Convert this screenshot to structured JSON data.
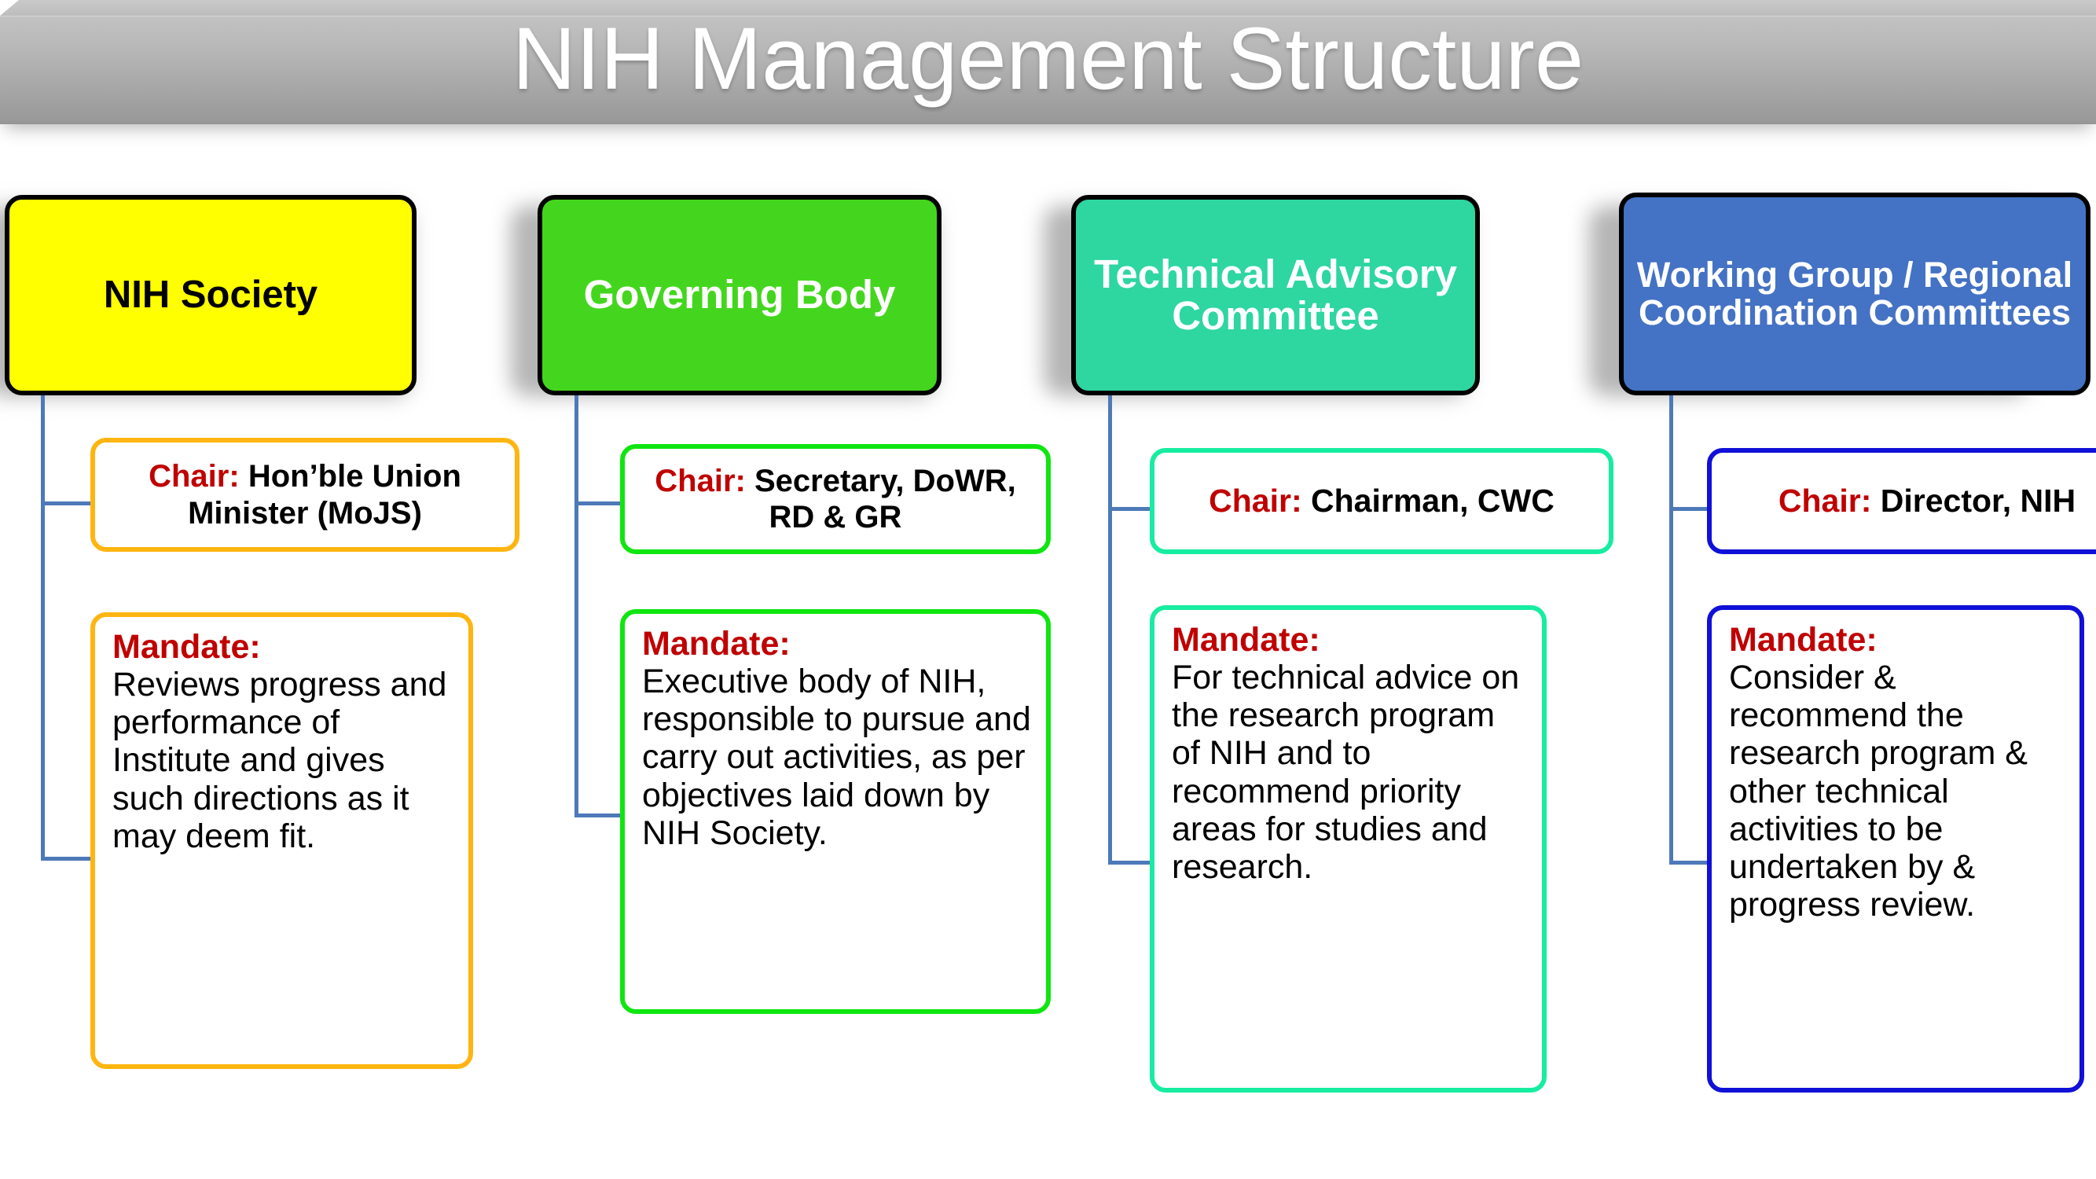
{
  "title": "NIH Management Structure",
  "theme": {
    "banner_gradient_top": "#cfcfcf",
    "banner_gradient_bottom": "#909090",
    "banner_text_color": "#ffffff",
    "connector_color": "#4E79B8",
    "keyword_red": "#C00000",
    "box_outline_black": "#000000"
  },
  "columns": [
    {
      "id": "nih-society",
      "header": {
        "label": "NIH Society",
        "fill": "#FFFF00",
        "text_color": "#000000",
        "border_color": "#000000"
      },
      "chair": {
        "keyword": "Chair:",
        "value": "Hon’ble Union Minister (MoJS)",
        "border_color": "#FFB511"
      },
      "mandate": {
        "keyword": "Mandate:",
        "value": "Reviews progress and performance of Institute and gives such directions as it may deem fit.",
        "border_color": "#FFB511"
      }
    },
    {
      "id": "governing-body",
      "header": {
        "label": "Governing Body",
        "fill": "#44D61E",
        "text_color": "#FFFFFF",
        "border_color": "#000000"
      },
      "chair": {
        "keyword": "Chair:",
        "value": "Secretary, DoWR,  RD & GR",
        "border_color": "#0FE60F"
      },
      "mandate": {
        "keyword": "Mandate:",
        "value": "Executive body of NIH, responsible to pursue and carry out activities, as per objectives laid down by NIH Society.",
        "border_color": "#0FE60F"
      }
    },
    {
      "id": "technical-advisory-committee",
      "header": {
        "label": "Technical Advisory Committee",
        "fill": "#2ED6A0",
        "text_color": "#FFFFFF",
        "border_color": "#000000"
      },
      "chair": {
        "keyword": "Chair:",
        "value": "Chairman, CWC",
        "border_color": "#17EDA0"
      },
      "mandate": {
        "keyword": "Mandate:",
        "value": "For technical advice on the research program of NIH and to recommend priority areas for studies and research.",
        "border_color": "#17EDA0"
      }
    },
    {
      "id": "working-group-regional-coordination-committees",
      "header": {
        "label": "Working Group / Regional Coordination Committees",
        "fill": "#4472C4",
        "text_color": "#FFFFFF",
        "border_color": "#000000"
      },
      "chair": {
        "keyword": "Chair:",
        "value": "Director, NIH",
        "border_color": "#1010D8"
      },
      "mandate": {
        "keyword": "Mandate:",
        "value": "Consider & recommend the research program & other technical activities to be undertaken by & progress review.",
        "border_color": "#1010D8"
      }
    }
  ]
}
